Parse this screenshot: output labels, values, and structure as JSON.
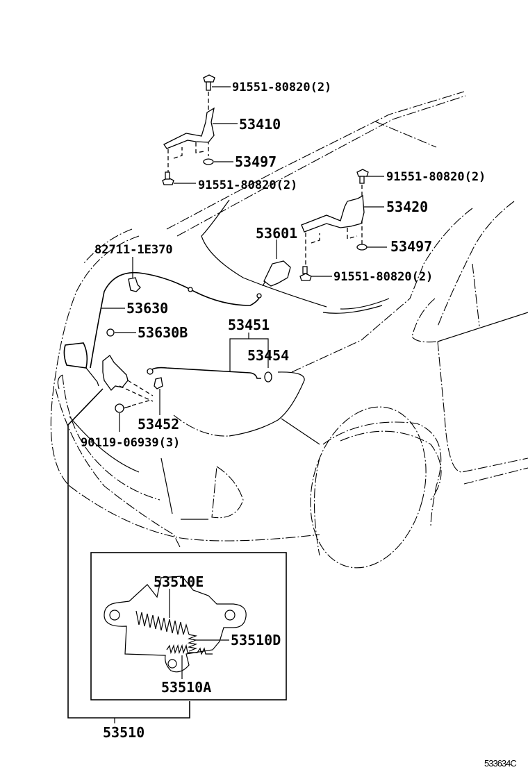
{
  "diagram": {
    "title": "Hood lock & hinge parts diagram",
    "figure_code": "533634C",
    "callouts": {
      "bolt_upper_left": "91551-80820(2)",
      "hinge_lh": "53410",
      "washer_left": "53497",
      "bolt_lower_left": "91551-80820(2)",
      "bolt_upper_right": "91551-80820(2)",
      "hinge_rh": "53420",
      "washer_right": "53497",
      "bolt_lower_right": "91551-80820(2)",
      "release_lever": "53601",
      "clamp": "82711-1E370",
      "release_cable": "53630",
      "cable_clip": "53630B",
      "support_rod_assy": "53451",
      "rod_grommet": "53454",
      "rod_holder": "53452",
      "lock_bolt": "90119-06939(3)",
      "lock_assy": "53510",
      "inset_spring_e": "53510E",
      "inset_spring_d": "53510D",
      "inset_spring_a": "53510A"
    }
  }
}
